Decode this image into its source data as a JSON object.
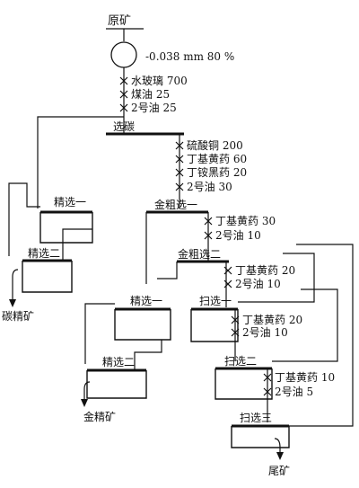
{
  "feed": {
    "label": "原矿"
  },
  "grinding": {
    "fineness": "-0.038 mm 80 %"
  },
  "reagents": {
    "roughing": [
      "水玻璃 700",
      "煤油 25",
      "2号油 25"
    ],
    "gold_roughing_1": [
      "硫酸铜 200",
      "丁基黄药 60",
      "丁铵黑药 20",
      "2号油 30"
    ],
    "gold_roughing_2": [
      "丁基黄药 30",
      "2号油 10"
    ],
    "scavenging_1": [
      "丁基黄药 20",
      "2号油 10"
    ],
    "scavenging_2": [
      "丁基黄药 20",
      "2号油 10"
    ],
    "scavenging_3": [
      "丁基黄药 10",
      "2号油 5"
    ]
  },
  "cells": {
    "carbon_rougher": "选碳",
    "carbon_cleaner_1": "精选一",
    "carbon_cleaner_2": "精选二",
    "gold_rougher_1": "金粗选一",
    "gold_rougher_2": "金粗选二",
    "gold_cleaner_1": "精选一",
    "gold_cleaner_2": "精选二",
    "scavenger_1": "扫选一",
    "scavenger_2": "扫选二",
    "scavenger_3": "扫选三"
  },
  "products": {
    "carbon_concentrate": "碳精矿",
    "gold_concentrate": "金精矿",
    "tailings": "尾矿"
  }
}
